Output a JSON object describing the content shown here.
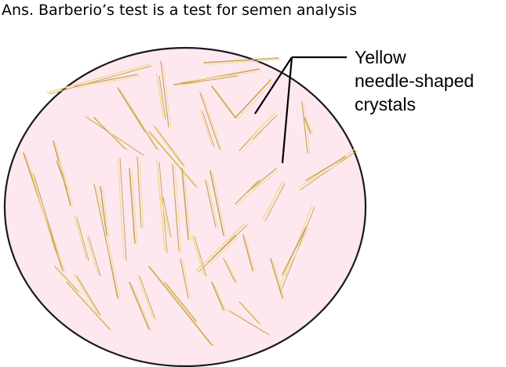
{
  "caption": "Ans. Barberio’s test is a test for semen analysis",
  "label": {
    "line1": "Yellow",
    "line2": "needle-shaped",
    "line3": "crystals"
  },
  "colors": {
    "field_fill": "#fde8f0",
    "field_stroke": "#1a1a1a",
    "crystal_dark": "#c9a45a",
    "crystal_light": "#f2dc92",
    "pointer": "#000000"
  }
}
